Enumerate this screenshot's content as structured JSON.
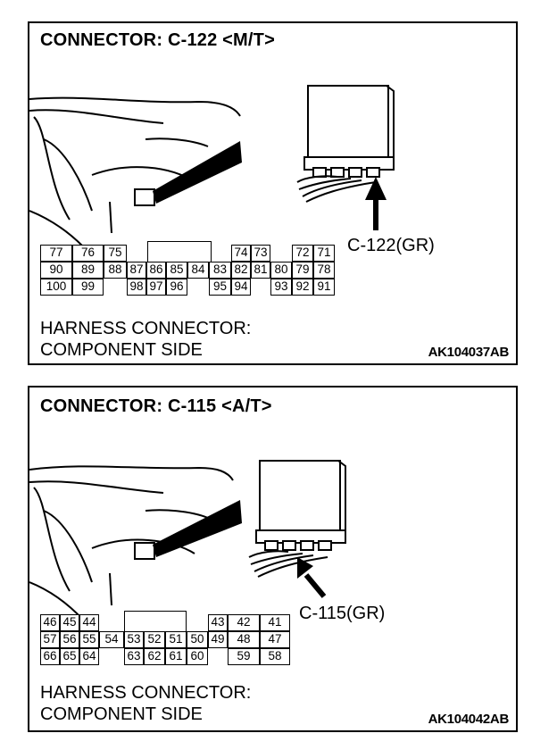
{
  "panels": [
    {
      "title": "CONNECTOR: C-122 <M/T>",
      "callout": "C-122(GR)",
      "side_label_line1": "HARNESS CONNECTOR:",
      "side_label_line2": "COMPONENT SIDE",
      "code": "AK104037AB",
      "rows": [
        [
          "77",
          "76",
          "75",
          "",
          "",
          "",
          "74",
          "73",
          "",
          "72",
          "71"
        ],
        [
          "90",
          "89",
          "88",
          "87",
          "86",
          "85",
          "84",
          "83",
          "82",
          "81",
          "80",
          "79",
          "78"
        ],
        [
          "100",
          "99",
          "",
          "98",
          "97",
          "96",
          "",
          "95",
          "94",
          "",
          "93",
          "92",
          "91"
        ]
      ]
    },
    {
      "title": "CONNECTOR: C-115 <A/T>",
      "callout": "C-115(GR)",
      "side_label_line1": "HARNESS CONNECTOR:",
      "side_label_line2": "COMPONENT SIDE",
      "code": "AK104042AB",
      "rows": [
        [
          "46",
          "45",
          "44",
          "",
          "",
          "",
          "43",
          "42",
          "41"
        ],
        [
          "57",
          "56",
          "55",
          "54",
          "53",
          "52",
          "51",
          "50",
          "49",
          "48",
          "47"
        ],
        [
          "66",
          "65",
          "64",
          "",
          "63",
          "62",
          "61",
          "60",
          "",
          "59",
          "58"
        ]
      ]
    }
  ]
}
